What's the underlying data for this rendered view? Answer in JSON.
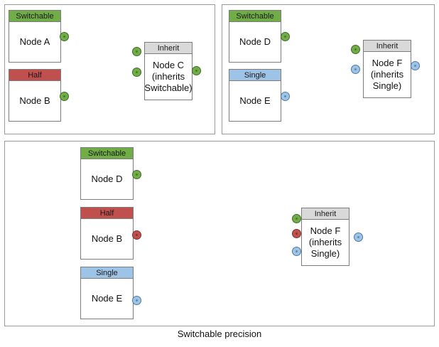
{
  "diagram": {
    "caption": "Switchable precision",
    "colors": {
      "switchable": "#70ad47",
      "half": "#c0504d",
      "single": "#9dc3e6",
      "inherit": "#d9d9d9",
      "panel_border": "#9a9a9a",
      "node_border": "#7c7c7c",
      "edge": "#4d4d4d",
      "background": "#ffffff"
    }
  },
  "panels": [
    {
      "id": "top-left",
      "nodes": [
        {
          "id": "a",
          "header": "Switchable",
          "body": "Node A",
          "header_type": "switchable"
        },
        {
          "id": "b",
          "header": "Half",
          "body": "Node B",
          "header_type": "half"
        },
        {
          "id": "c",
          "header": "Inherit",
          "body": "Node C\n(inherits\nSwitchable)",
          "header_type": "inherit"
        }
      ],
      "ports": [
        {
          "id": "a-out",
          "color": "green"
        },
        {
          "id": "b-out",
          "color": "green"
        },
        {
          "id": "c-in-1",
          "color": "green"
        },
        {
          "id": "c-in-2",
          "color": "green"
        },
        {
          "id": "c-out",
          "color": "green"
        }
      ],
      "edges": [
        {
          "from": "a-out",
          "to": "c-in-1"
        },
        {
          "from": "b-out",
          "to": "c-in-2"
        },
        {
          "from": "c-out",
          "to": "stub"
        }
      ]
    },
    {
      "id": "top-right",
      "nodes": [
        {
          "id": "d",
          "header": "Switchable",
          "body": "Node D",
          "header_type": "switchable"
        },
        {
          "id": "e",
          "header": "Single",
          "body": "Node E",
          "header_type": "single"
        },
        {
          "id": "f",
          "header": "Inherit",
          "body": "Node F\n(inherits\nSingle)",
          "header_type": "inherit"
        }
      ],
      "ports": [
        {
          "id": "d-out",
          "color": "green"
        },
        {
          "id": "e-out",
          "color": "blue"
        },
        {
          "id": "f-in-1",
          "color": "green"
        },
        {
          "id": "f-in-2",
          "color": "blue"
        },
        {
          "id": "f-out",
          "color": "blue"
        }
      ],
      "edges": [
        {
          "from": "d-out",
          "to": "f-in-1"
        },
        {
          "from": "e-out",
          "to": "f-in-2"
        },
        {
          "from": "f-out",
          "to": "stub"
        }
      ]
    },
    {
      "id": "bottom",
      "nodes": [
        {
          "id": "d2",
          "header": "Switchable",
          "body": "Node D",
          "header_type": "switchable"
        },
        {
          "id": "b2",
          "header": "Half",
          "body": "Node B",
          "header_type": "half"
        },
        {
          "id": "e2",
          "header": "Single",
          "body": "Node E",
          "header_type": "single"
        },
        {
          "id": "f2",
          "header": "Inherit",
          "body": "Node F\n(inherits\nSingle)",
          "header_type": "inherit"
        }
      ],
      "ports": [
        {
          "id": "d2-out",
          "color": "green"
        },
        {
          "id": "b2-out",
          "color": "red"
        },
        {
          "id": "e2-out",
          "color": "blue"
        },
        {
          "id": "f2-in-1",
          "color": "green"
        },
        {
          "id": "f2-in-2",
          "color": "red"
        },
        {
          "id": "f2-in-3",
          "color": "blue"
        },
        {
          "id": "f2-out",
          "color": "blue"
        }
      ],
      "edges": [
        {
          "from": "d2-out",
          "to": "f2-in-1"
        },
        {
          "from": "b2-out",
          "to": "f2-in-2"
        },
        {
          "from": "e2-out",
          "to": "f2-in-3"
        }
      ]
    }
  ]
}
